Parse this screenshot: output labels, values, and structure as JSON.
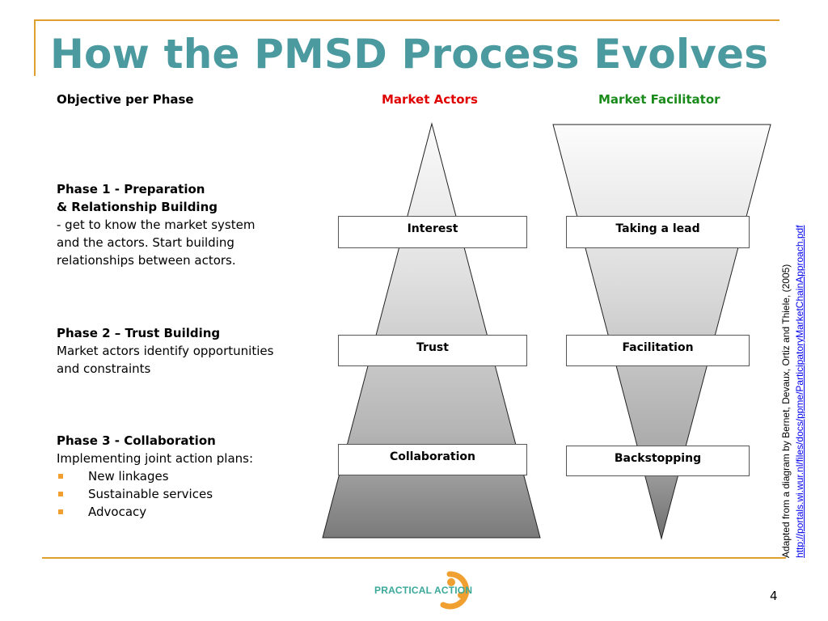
{
  "slide": {
    "title": "How the PMSD Process Evolves",
    "page_number": "4"
  },
  "headers": {
    "objective": "Objective per Phase",
    "market_actors": "Market Actors",
    "market_facilitator": "Market Facilitator"
  },
  "colors": {
    "title": "#4A9AA0",
    "accent_line": "#E0A030",
    "market_actors": "#E00000",
    "market_facilitator": "#1A8A1A",
    "bullet": "#F0A030",
    "logo_text": "#3AA89A"
  },
  "phases": [
    {
      "title_line1": "Phase 1 - Preparation",
      "title_line2": "& Relationship Building",
      "desc_line1": "- get to know the market system",
      "desc_line2": "and the actors. Start building",
      "desc_line3": "relationships between actors."
    },
    {
      "title": "Phase 2 – Trust Building",
      "desc_line1": "Market actors identify opportunities",
      "desc_line2": "and constraints"
    },
    {
      "title": "Phase 3 - Collaboration",
      "desc": "Implementing joint action plans:",
      "bullets": [
        "New linkages",
        "Sustainable services",
        "Advocacy"
      ]
    }
  ],
  "market_actor_levels": [
    "Interest",
    "Trust",
    "Collaboration"
  ],
  "facilitator_levels": [
    "Taking a lead",
    "Facilitation",
    "Backstopping"
  ],
  "citation": {
    "text": "Adapted from a diagram by Bernet, Devaux, Ortiz and Thiele, (2005)",
    "link": "http://portals.wi.wur.nl/files/docs/ppme/ParticipatoryMarketChainApproach.pdf"
  },
  "logo": {
    "text": "PRACTICAL ACTION"
  }
}
